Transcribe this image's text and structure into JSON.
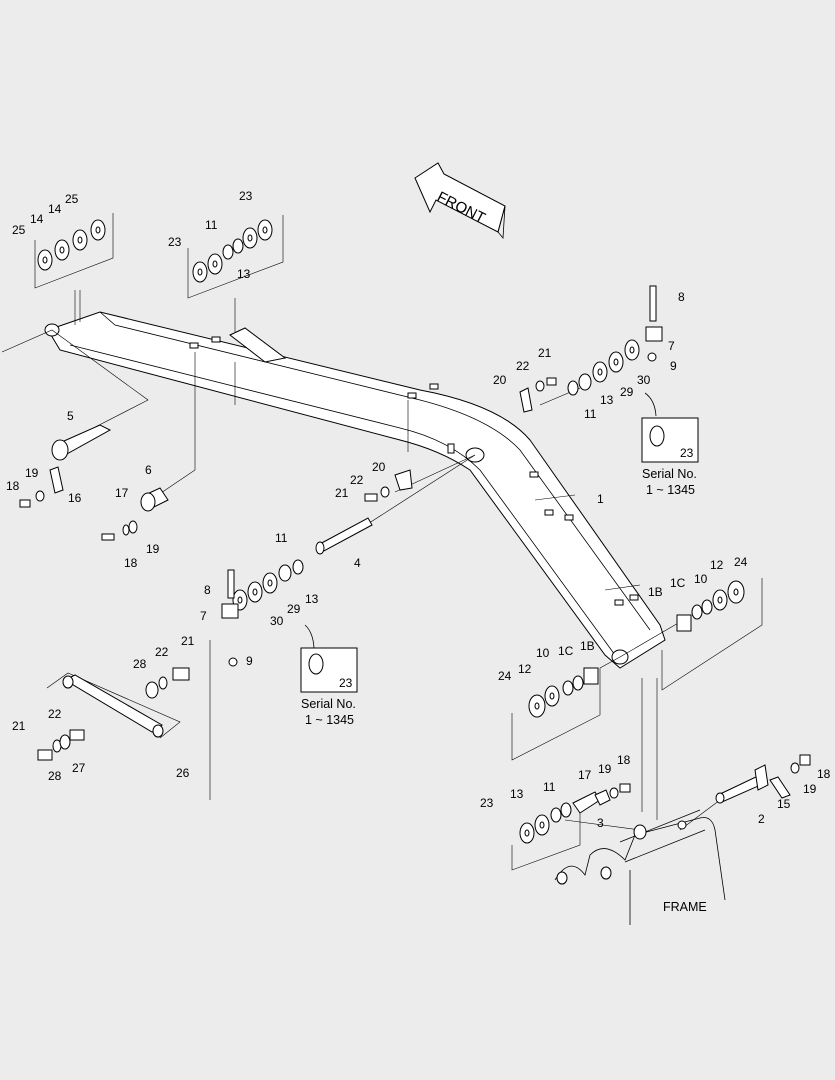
{
  "direction_arrow": {
    "text": "FRONT"
  },
  "frame_label": "FRAME",
  "serial_note": {
    "part": "23",
    "line1": "Serial No.",
    "line2": "1 ~ 1345"
  },
  "callouts": [
    "1",
    "1B",
    "1C",
    "2",
    "3",
    "4",
    "5",
    "6",
    "7",
    "8",
    "9",
    "10",
    "11",
    "12",
    "13",
    "14",
    "15",
    "16",
    "17",
    "18",
    "19",
    "20",
    "21",
    "22",
    "23",
    "24",
    "25",
    "26",
    "27",
    "28",
    "29",
    "30"
  ],
  "colors": {
    "background": "#ececec",
    "line": "#000000",
    "fill": "#ffffff"
  }
}
